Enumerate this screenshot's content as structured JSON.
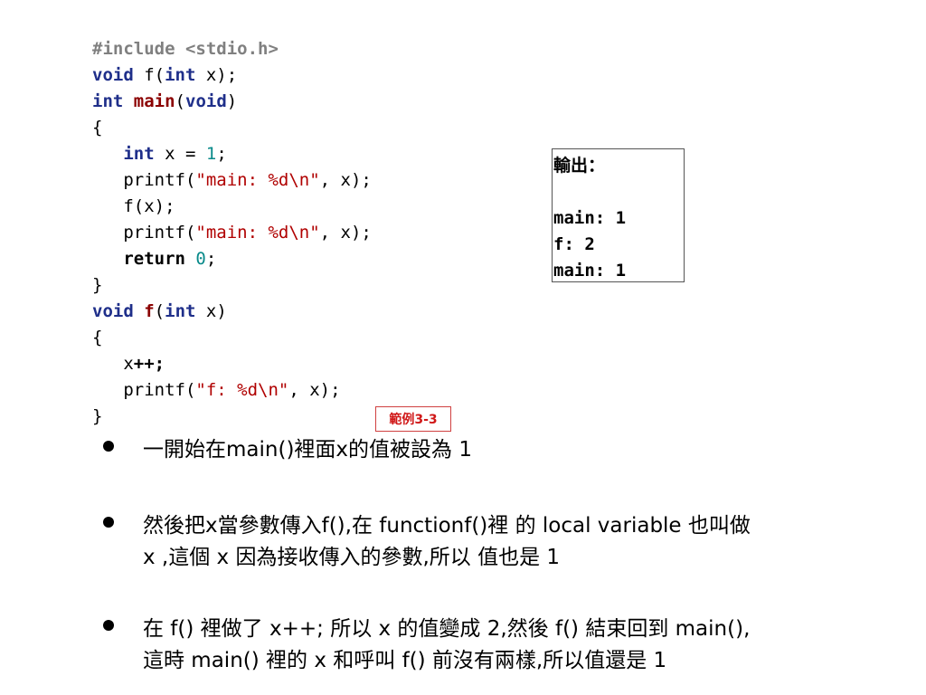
{
  "code": {
    "lines": [
      [
        {
          "t": "#include <stdio.h>",
          "c": "pre"
        }
      ],
      [
        {
          "t": "void",
          "c": "kw"
        },
        {
          "t": " f(",
          "c": "t"
        },
        {
          "t": "int",
          "c": "kw"
        },
        {
          "t": " x);",
          "c": "t"
        }
      ],
      [
        {
          "t": "int",
          "c": "kw"
        },
        {
          "t": " ",
          "c": "t"
        },
        {
          "t": "main",
          "c": "fn"
        },
        {
          "t": "(",
          "c": "t"
        },
        {
          "t": "void",
          "c": "kw"
        },
        {
          "t": ")",
          "c": "t"
        }
      ],
      [
        {
          "t": "{",
          "c": "t"
        }
      ],
      [
        {
          "t": "   ",
          "c": "t"
        },
        {
          "t": "int",
          "c": "kw"
        },
        {
          "t": " x = ",
          "c": "t"
        },
        {
          "t": "1",
          "c": "num"
        },
        {
          "t": ";",
          "c": "t"
        }
      ],
      [
        {
          "t": "   printf(",
          "c": "t"
        },
        {
          "t": "\"main: %d\\n\"",
          "c": "str"
        },
        {
          "t": ", x);",
          "c": "t"
        }
      ],
      [
        {
          "t": "   f(x);",
          "c": "t"
        }
      ],
      [
        {
          "t": "   printf(",
          "c": "t"
        },
        {
          "t": "\"main: %d\\n\"",
          "c": "str"
        },
        {
          "t": ", x);",
          "c": "t"
        }
      ],
      [
        {
          "t": "   ",
          "c": "t"
        },
        {
          "t": "return",
          "c": "b"
        },
        {
          "t": " ",
          "c": "t"
        },
        {
          "t": "0",
          "c": "num"
        },
        {
          "t": ";",
          "c": "t"
        }
      ],
      [
        {
          "t": "}",
          "c": "t"
        }
      ],
      [
        {
          "t": "void",
          "c": "kw"
        },
        {
          "t": " ",
          "c": "t"
        },
        {
          "t": "f",
          "c": "fn"
        },
        {
          "t": "(",
          "c": "t"
        },
        {
          "t": "int",
          "c": "kw"
        },
        {
          "t": " x)",
          "c": "t"
        }
      ],
      [
        {
          "t": "{",
          "c": "t"
        }
      ],
      [
        {
          "t": "   x",
          "c": "t"
        },
        {
          "t": "++;",
          "c": "b"
        }
      ],
      [
        {
          "t": "   printf(",
          "c": "t"
        },
        {
          "t": "\"f: %d\\n\"",
          "c": "str"
        },
        {
          "t": ", x);",
          "c": "t"
        }
      ],
      [
        {
          "t": "}",
          "c": "t"
        }
      ]
    ]
  },
  "output": {
    "lines": [
      "輸出：",
      "",
      "main: 1",
      "f: 2",
      "main: 1"
    ]
  },
  "example_tag": "範例3-3",
  "bullets": [
    {
      "lines": [
        "一開始在main()裡面x的值被設為 1"
      ]
    },
    {
      "lines": [
        "然後把x當參數傳入f(),在 functionf()裡 的 local variable 也叫做",
        "x ,這個 x 因為接收傳入的參數,所以 值也是 1"
      ]
    },
    {
      "lines": [
        "在 f() 裡做了 x++; 所以 x 的值變成 2,然後 f() 結束回到 main(),",
        "這時 main() 裡的 x 和呼叫 f() 前沒有兩樣,所以值還是 1"
      ]
    }
  ]
}
